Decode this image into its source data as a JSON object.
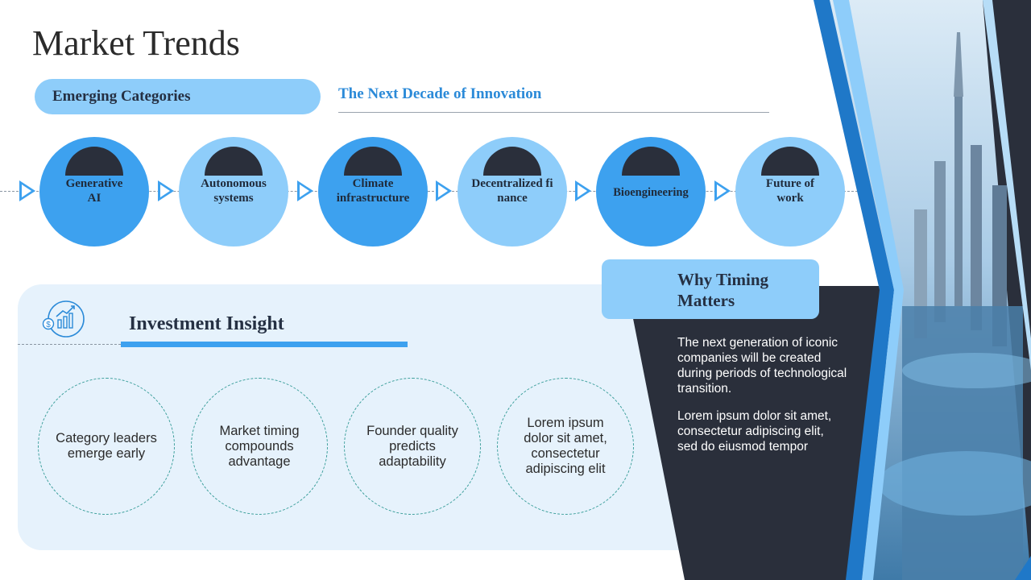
{
  "slide": {
    "title": "Market Trends",
    "pill_label": "Emerging Categories",
    "subtitle": "The Next Decade of Innovation"
  },
  "stages": [
    {
      "label": "Generative AI",
      "color": "#3da1ef"
    },
    {
      "label": "Autonomous systems",
      "color": "#8ecdfa"
    },
    {
      "label": "Climate infrastructure",
      "color": "#3da1ef"
    },
    {
      "label": "Decentralized finance",
      "color": "#8ecdfa"
    },
    {
      "label": "Bioengineering",
      "color": "#3da1ef"
    },
    {
      "label": "Future of work",
      "color": "#8ecdfa"
    }
  ],
  "insight": {
    "title": "Investment Insight",
    "icon": "money-growth-chart-icon",
    "points": [
      "Category leaders emerge early",
      "Market timing compounds advantage",
      "Founder quality predicts adaptability",
      "Lorem ipsum dolor sit amet, consectetur adipiscing elit"
    ]
  },
  "timing": {
    "title": "Why Timing Matters",
    "paragraph1": "The next generation of iconic companies will be created during periods of technological transition.",
    "paragraph2": "Lorem ipsum dolor sit amet, consectetur adipiscing elit, sed do eiusmod tempor"
  },
  "colors": {
    "primary_blue": "#3da1ef",
    "light_blue": "#8ecdfa",
    "navy": "#2a2f3b",
    "panel_bg": "#e6f2fc"
  }
}
